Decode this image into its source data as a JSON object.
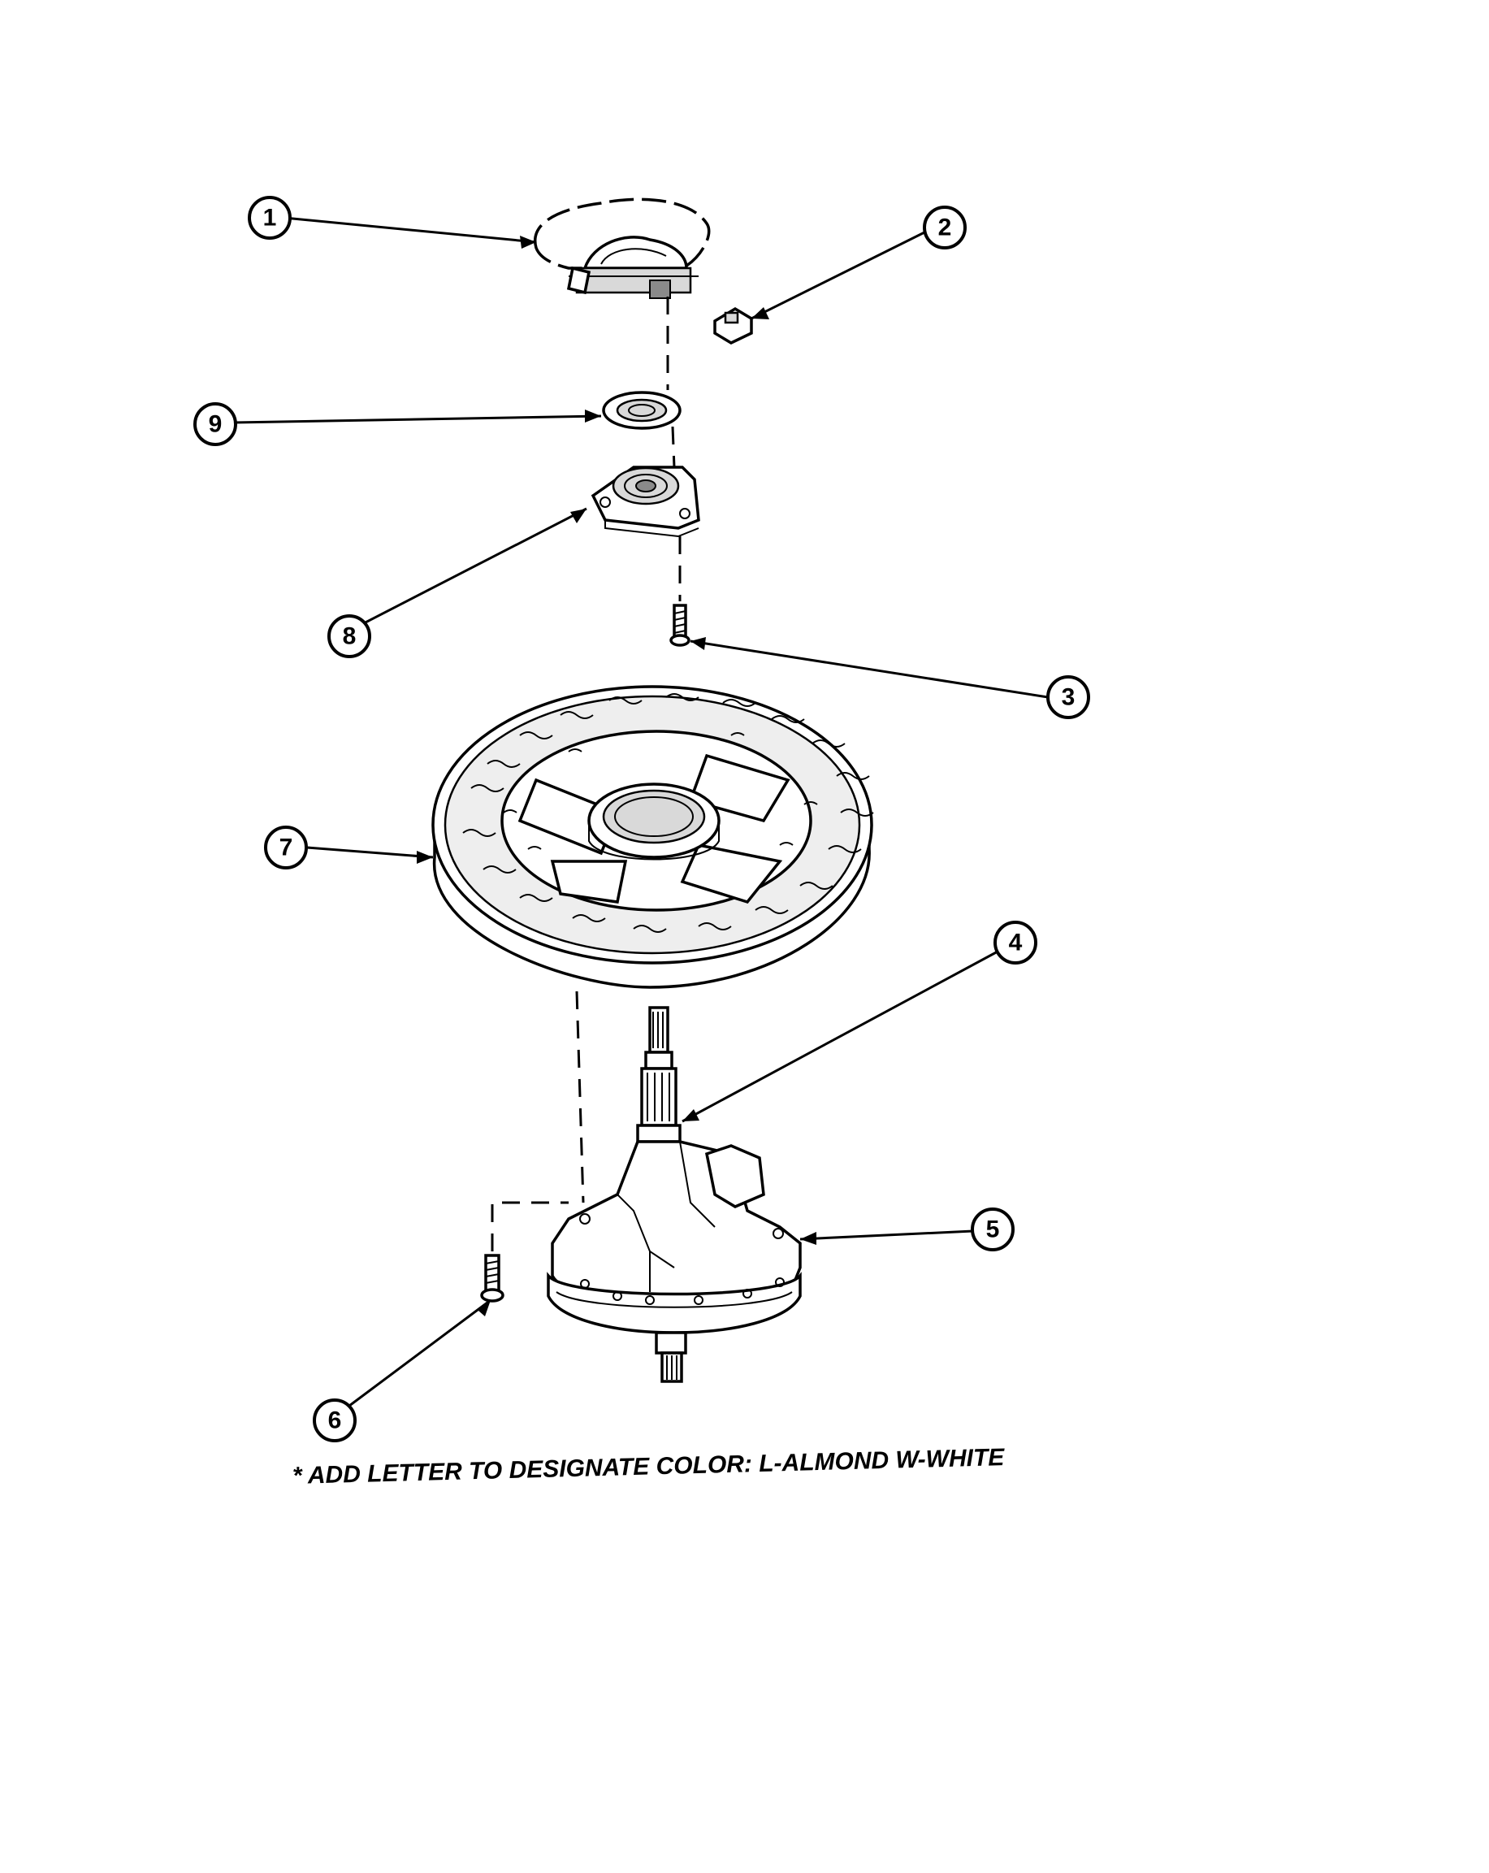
{
  "callouts": [
    {
      "id": "1",
      "part": "shield"
    },
    {
      "id": "2",
      "part": "clip-nut"
    },
    {
      "id": "3",
      "part": "screw"
    },
    {
      "id": "4",
      "part": "transmission-shaft"
    },
    {
      "id": "5",
      "part": "transmission"
    },
    {
      "id": "6",
      "part": "bolt"
    },
    {
      "id": "7",
      "part": "pulley"
    },
    {
      "id": "8",
      "part": "bearing-housing"
    },
    {
      "id": "9",
      "part": "seal"
    }
  ],
  "note": "* ADD LETTER TO DESIGNATE COLOR: L-ALMOND  W-WHITE"
}
